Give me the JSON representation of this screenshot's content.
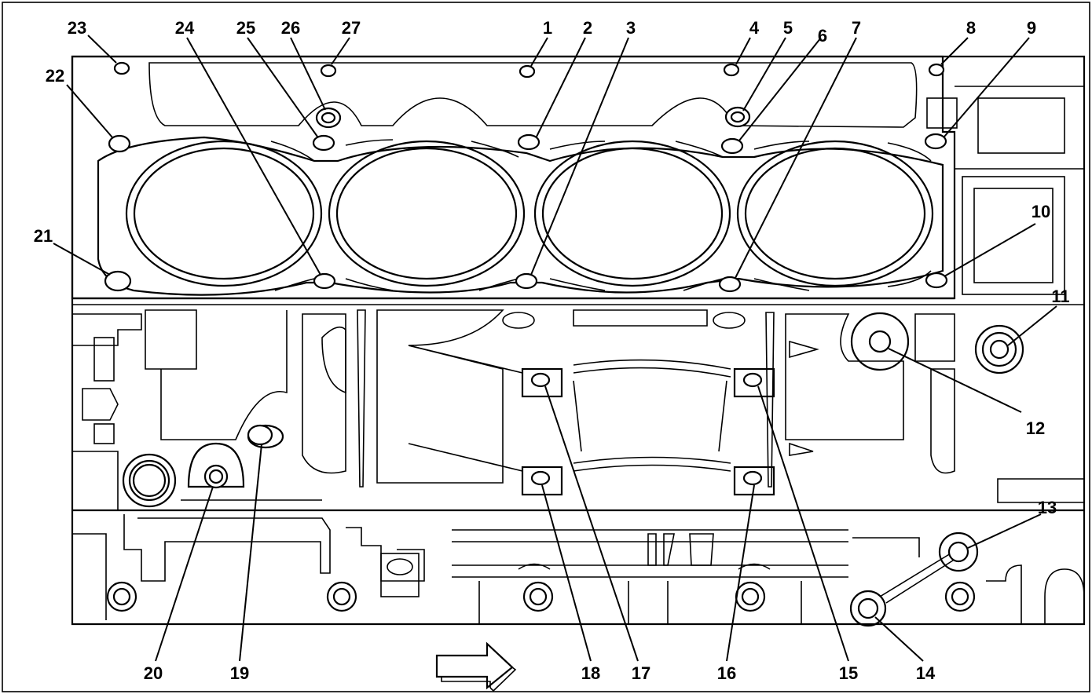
{
  "labels": [
    "1",
    "2",
    "3",
    "4",
    "5",
    "6",
    "7",
    "8",
    "9",
    "10",
    "11",
    "12",
    "13",
    "14",
    "15",
    "16",
    "17",
    "18",
    "19",
    "20",
    "21",
    "22",
    "23",
    "24",
    "25",
    "26",
    "27"
  ],
  "direction_arrow": "right-arrow-icon"
}
